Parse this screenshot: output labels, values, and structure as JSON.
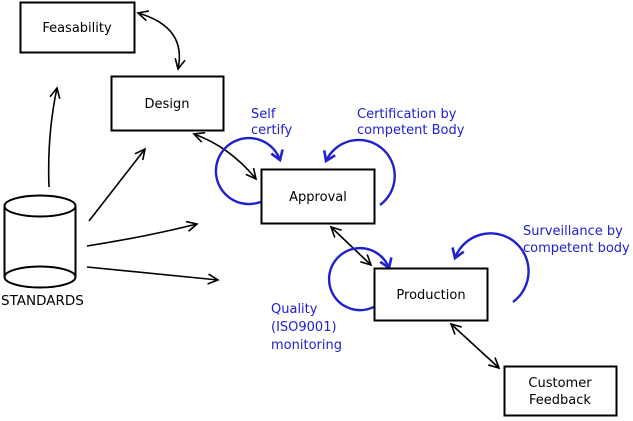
{
  "diagram": {
    "background_color": "#ffffff",
    "line_color": "#000000",
    "annotation_color": "#2020cd",
    "nodes": {
      "feasability": {
        "label": "Feasability"
      },
      "design": {
        "label": "Design"
      },
      "approval": {
        "label": "Approval"
      },
      "production": {
        "label": "Production"
      },
      "customer_feedback": {
        "line1": "Customer",
        "line2": "Feedback"
      },
      "standards": {
        "label": "STANDARDS"
      }
    },
    "annotations": {
      "self_certify": {
        "line1": "Self",
        "line2": "certify"
      },
      "certification": {
        "line1": "Certification by",
        "line2": "competent Body"
      },
      "surveillance": {
        "line1": "Surveillance by",
        "line2": "competent body"
      },
      "quality": {
        "line1": "Quality",
        "line2": "(ISO9001)",
        "line3": "monitoring"
      }
    }
  }
}
